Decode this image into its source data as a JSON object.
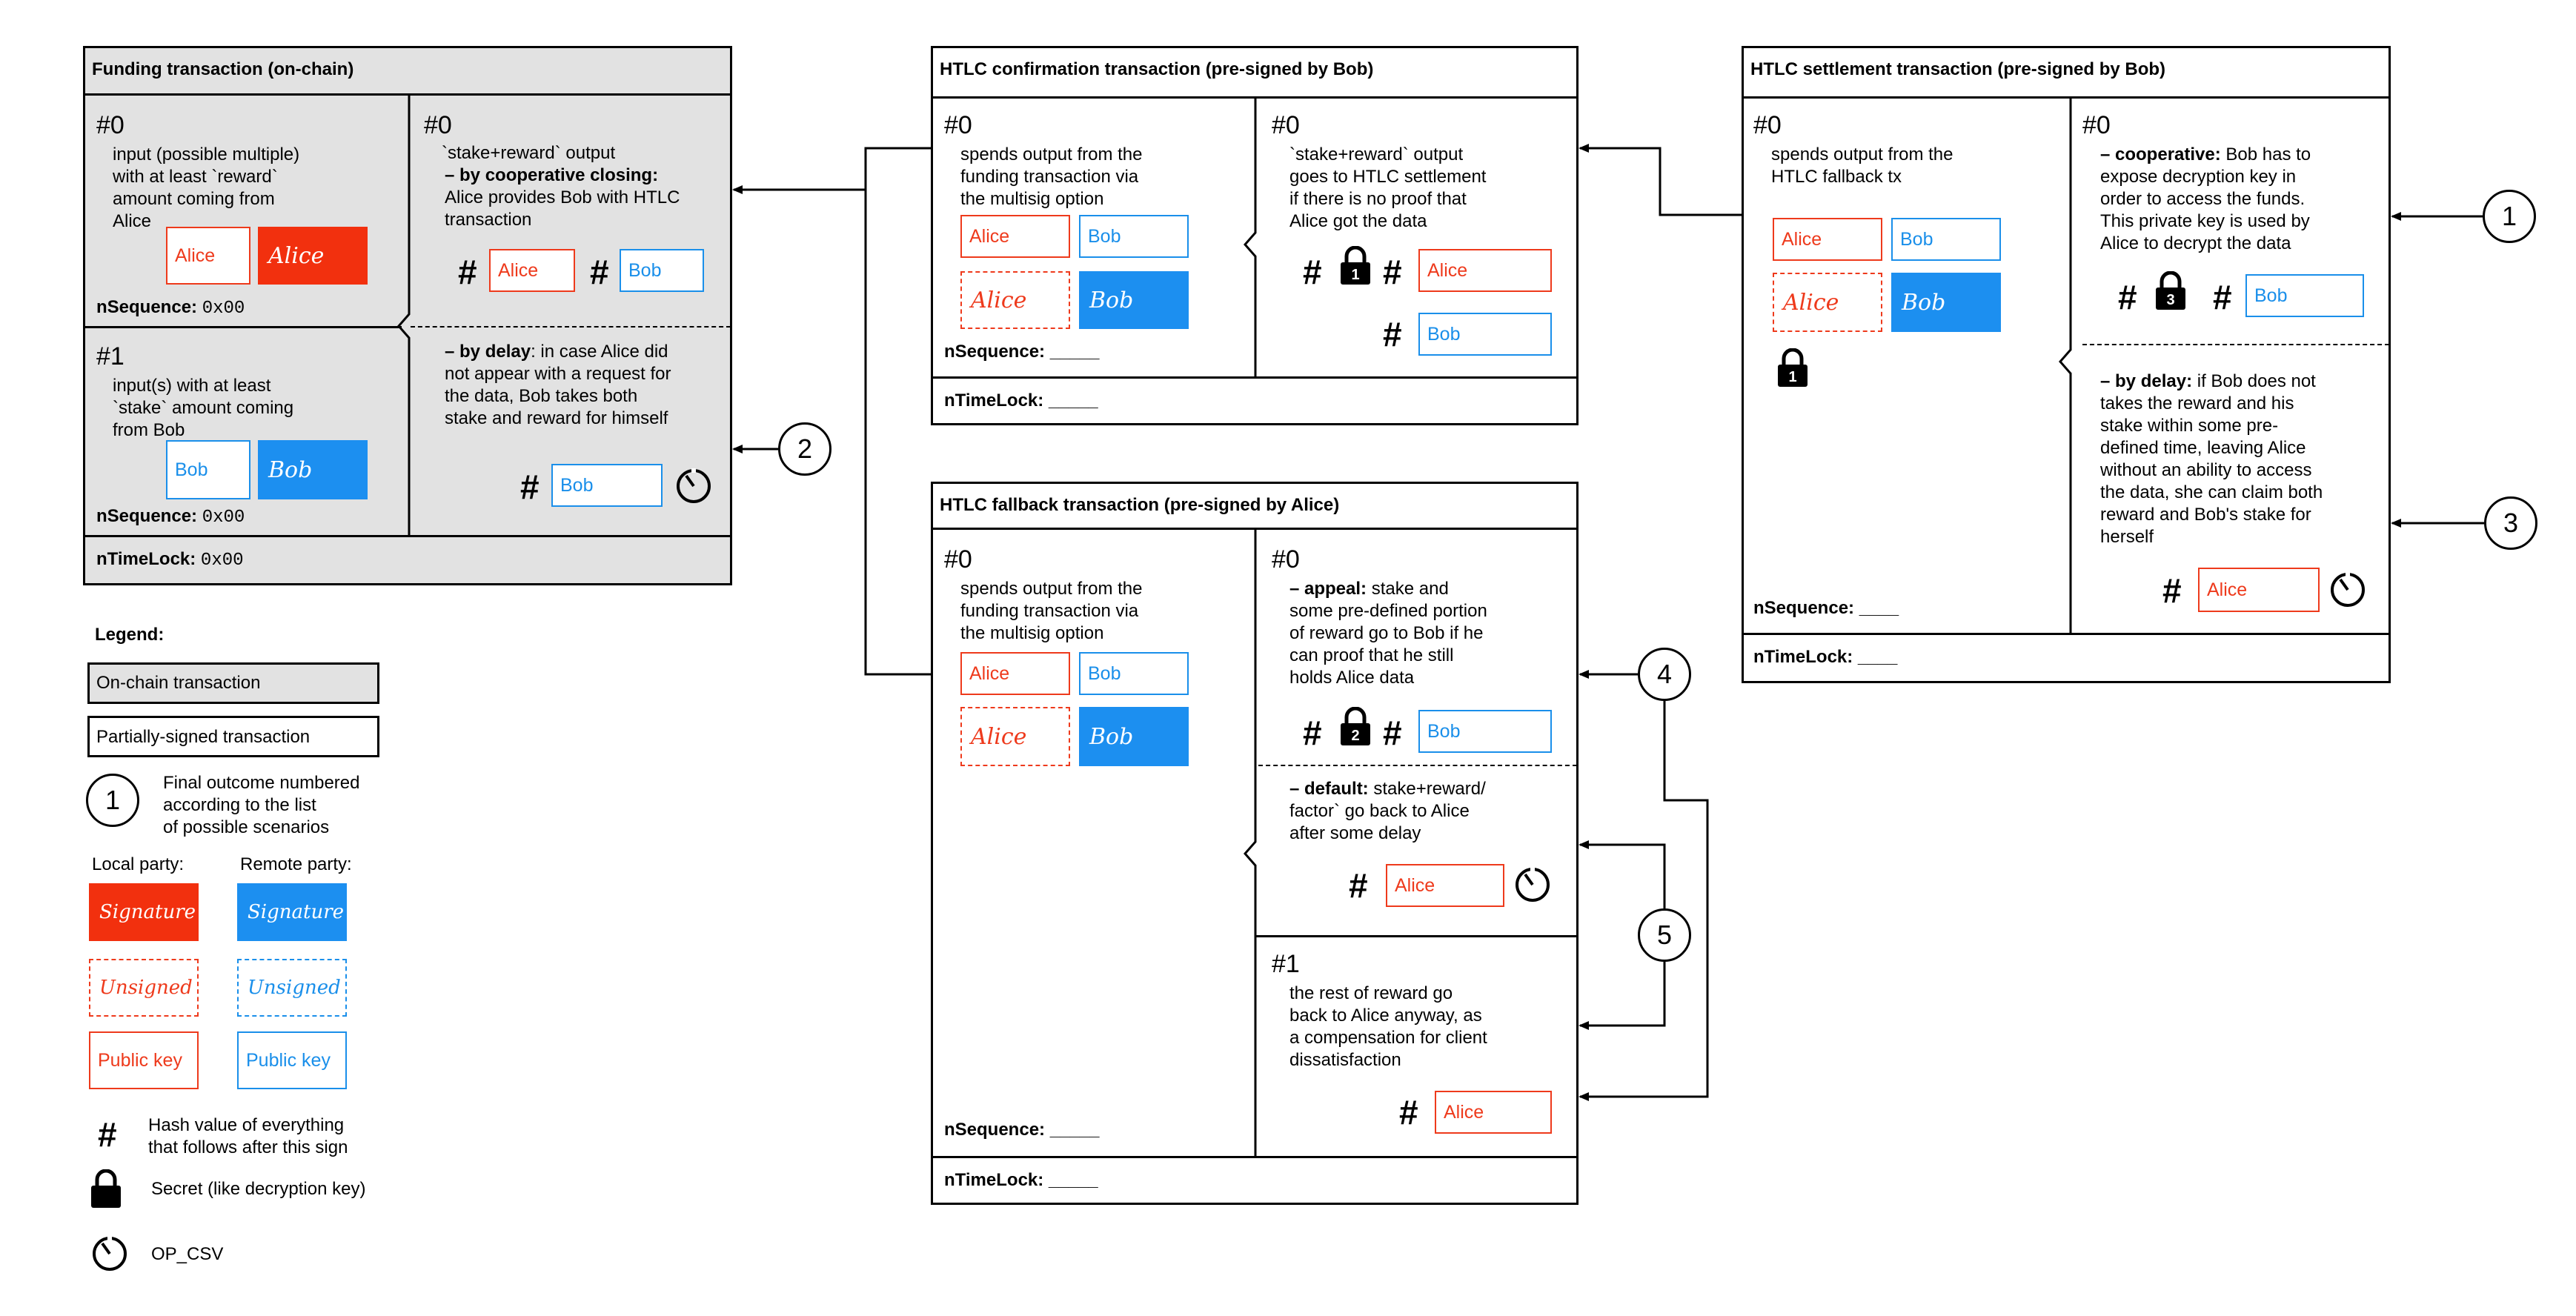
{
  "funding": {
    "title": "Funding transaction (on-chain)",
    "in0": {
      "num": "#0",
      "desc": "input (possible multiple)\nwith at least `reward`\namount coming from\nAlice",
      "pub": "Alice",
      "sig": "Alice",
      "nseq_label": "nSequence:",
      "nseq_value": "0x00"
    },
    "in1": {
      "num": "#1",
      "desc": "input(s) with at least\n`stake` amount coming\nfrom Bob",
      "pub": "Bob",
      "sig": "Bob",
      "nseq_label": "nSequence:",
      "nseq_value": "0x00"
    },
    "out0": {
      "num": "#0",
      "desc": "`stake+reward` output",
      "coop_bold": "– by cooperative closing:",
      "coop_text": "Alice provides Bob with HTLC\ntransaction",
      "key_alice": "Alice",
      "key_bob": "Bob",
      "delay_bold": "– by delay",
      "delay_text": ": in case Alice did\nnot appear with a request for\nthe data, Bob takes both\nstake and reward for himself",
      "delay_key": "Bob"
    },
    "ntl_label": "nTimeLock:",
    "ntl_value": "0x00"
  },
  "confirm": {
    "title": "HTLC confirmation transaction (pre-signed by Bob)",
    "in0": {
      "num": "#0",
      "desc": "spends output from the\nfunding transaction via\nthe multisig option",
      "pub_a": "Alice",
      "pub_b": "Bob",
      "sig_a": "Alice",
      "sig_b": "Bob",
      "nseq_label": "nSequence: _____"
    },
    "out0": {
      "num": "#0",
      "desc": "`stake+reward` output\ngoes to HTLC settlement\nif there is no proof that\nAlice got the data",
      "lock_num": "1",
      "key_alice": "Alice",
      "key_bob": "Bob"
    },
    "ntl_label": "nTimeLock: _____"
  },
  "settlement": {
    "title": "HTLC settlement transaction (pre-signed by Bob)",
    "in0": {
      "num": "#0",
      "desc": "spends output from the\nHTLC fallback tx",
      "pub_a": "Alice",
      "pub_b": "Bob",
      "sig_a": "Alice",
      "sig_b": "Bob",
      "lock_num": "1",
      "nseq_label": "nSequence: ____"
    },
    "out0": {
      "num": "#0",
      "coop_bold": "– cooperative:",
      "coop_text": " Bob has to\nexpose decryption key in\norder to access the funds.\nThis private key is used by\nAlice to decrypt the data",
      "lock_num": "3",
      "key_bob": "Bob",
      "delay_bold": "– by delay:",
      "delay_text": " if Bob does not\ntakes the reward and his\nstake within some pre-\ndefined time, leaving Alice\nwithout an ability to access\nthe data, she can claim both\nreward and Bob's stake for\nherself",
      "delay_key": "Alice"
    },
    "ntl_label": "nTimeLock: ____"
  },
  "fallback": {
    "title": "HTLC fallback transaction (pre-signed by Alice)",
    "in0": {
      "num": "#0",
      "desc": "spends output from the\nfunding transaction via\nthe multisig option",
      "pub_a": "Alice",
      "pub_b": "Bob",
      "sig_a": "Alice",
      "sig_b": "Bob",
      "nseq_label": "nSequence: _____"
    },
    "out0": {
      "num": "#0",
      "appeal_bold": "– appeal:",
      "appeal_text": " stake and\nsome pre-defined portion\nof reward go to Bob if he\ncan proof that he still\nholds Alice data",
      "lock_num": "2",
      "key_bob": "Bob",
      "default_bold": "– default:",
      "default_text": " stake+reward/\nfactor` go back to Alice\nafter some delay",
      "default_key": "Alice"
    },
    "out1": {
      "num": "#1",
      "desc": "the rest of reward go\nback to Alice anyway, as\na compensation for client\ndissatisfaction",
      "key": "Alice"
    },
    "ntl_label": "nTimeLock: _____"
  },
  "outcomes": [
    "1",
    "2",
    "3",
    "4",
    "5"
  ],
  "legend": {
    "title": "Legend:",
    "onchain": "On-chain transaction",
    "partial": "Partially-signed transaction",
    "outcome_num": "1",
    "outcome_text": "Final outcome numbered\naccording to the list\nof possible scenarios",
    "local": "Local party:",
    "remote": "Remote party:",
    "signature": "Signature",
    "unsigned": "Unsigned",
    "pubkey": "Public key",
    "hash_text": "Hash value of everything\nthat follows after this sign",
    "secret_text": "Secret (like decryption key)",
    "csv_text": "OP_CSV"
  },
  "colors": {
    "local": "#f2300e",
    "remote": "#1c8ff0",
    "onchain_bg": "#e2e2e2"
  },
  "icons": [
    "hash-icon",
    "lock-icon",
    "timer-icon",
    "arrow-icon"
  ]
}
